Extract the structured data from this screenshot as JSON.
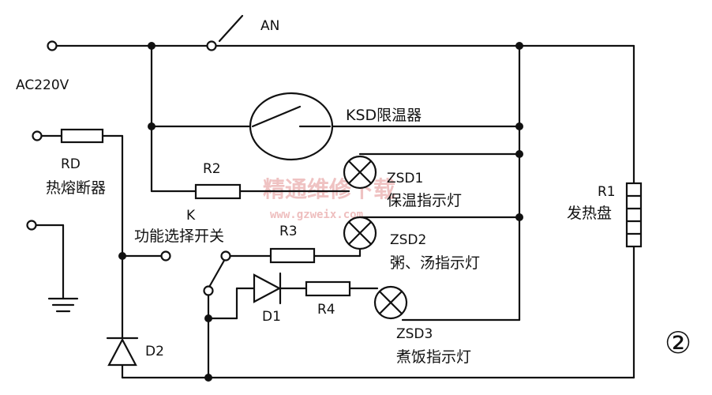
{
  "labels": {
    "an": "AN",
    "ac": "AC220V",
    "ksd": "KSD限温器",
    "rd": "RD",
    "rd_desc": "热熔断器",
    "r2": "R2",
    "zsd1": "ZSD1",
    "zsd1_desc": "保温指示灯",
    "r1": "R1",
    "r1_desc": "发热盘",
    "k": "K",
    "k_desc": "功能选择开关",
    "r3": "R3",
    "zsd2": "ZSD2",
    "zsd2_desc": "粥、汤指示灯",
    "d1": "D1",
    "r4": "R4",
    "zsd3": "ZSD3",
    "zsd3_desc": "煮饭指示灯",
    "d2": "D2",
    "figure_number": "②"
  },
  "watermark": {
    "text": "精通维修下载",
    "url": "www.gzweix.com"
  }
}
